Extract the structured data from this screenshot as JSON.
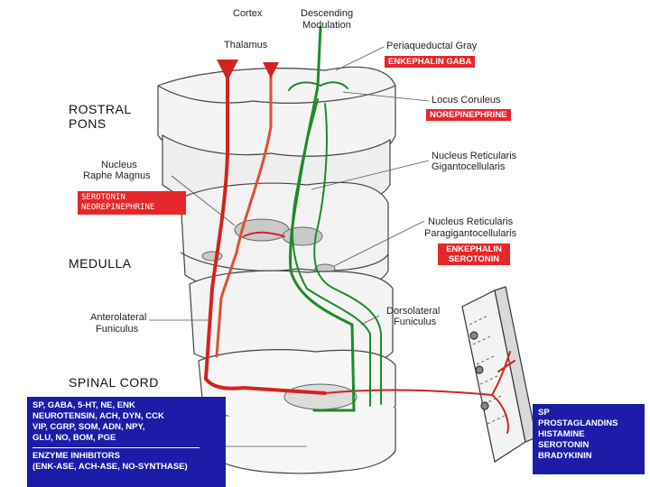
{
  "labels": {
    "cortex": "Cortex",
    "descending": "Descending",
    "modulation": "Modulation",
    "thalamus": "Thalamus",
    "periaqueductal": "Periaqueductal Gray",
    "locus": "Locus Coruleus",
    "rostral": "ROSTRAL",
    "pons": "PONS",
    "nucleus": "Nucleus",
    "raphe": "Raphe Magnus",
    "nrg1": "Nucleus Reticularis",
    "nrg2": "Gigantocellularis",
    "nrp1": "Nucleus Reticularis",
    "nrp2": "Paragigantocellularis",
    "medulla": "MEDULLA",
    "antero1": "Anterolateral",
    "antero2": "Funiculus",
    "dorso1": "Dorsolateral",
    "dorso2": "Funiculus",
    "spinal": "SPINAL CORD"
  },
  "tags": {
    "pag": "ENKEPHALIN GABA",
    "lc": "NOREPINEPHRINE",
    "raphe1": "SEROTONIN",
    "raphe2": "NEOREPINEPHRINE",
    "nrp1": "ENKEPHALIN",
    "nrp2": "SEROTONIN"
  },
  "left_box": {
    "lines": [
      "SP, GABA, 5-HT, NE, ENK",
      "NEUROTENSIN, ACH, DYN, CCK",
      "VIP, CGRP, SOM, ADN, NPY,",
      "GLU, NO, BOM, PGE",
      "ENZYME INHIBITORS",
      "(ENK-ASE, ACH-ASE, NO-SYNTHASE)"
    ]
  },
  "right_box": {
    "lines": [
      "SP",
      "PROSTAGLANDINS",
      "HISTAMINE",
      "SEROTONIN",
      "BRADYKININ"
    ]
  },
  "colors": {
    "ascending": "#d42222",
    "ascending_light": "#e05030",
    "descending": "#1f8a2a",
    "tag_red": "#e6262a",
    "box_blue": "#1c1ca8"
  }
}
